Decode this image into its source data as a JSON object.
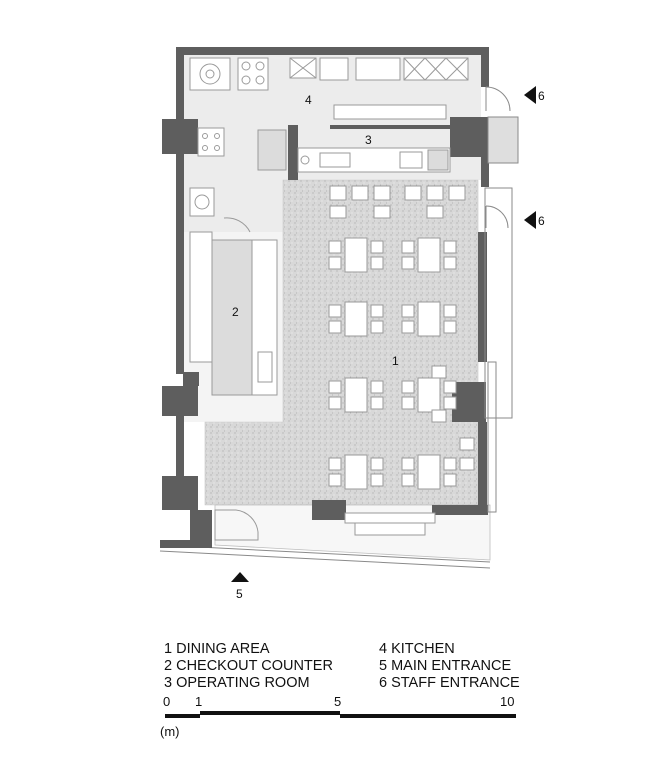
{
  "plan_labels": {
    "dining": "1",
    "checkout": "2",
    "operating": "3",
    "kitchen": "4",
    "main_entrance": "5",
    "staff_entrance_a": "6",
    "staff_entrance_b": "6"
  },
  "legend": {
    "left": [
      "1 DINING AREA",
      "2 CHECKOUT COUNTER",
      "3 OPERATING ROOM"
    ],
    "right": [
      "4 KITCHEN",
      "5 MAIN ENTRANCE",
      "6 STAFF ENTRANCE"
    ]
  },
  "scale": {
    "ticks": [
      "0",
      "1",
      "5",
      "10"
    ],
    "unit": "(m)"
  },
  "colors": {
    "wall": "#5e5e5e",
    "kitchen_floor": "#ececec",
    "dining_floor": "#d6d6d6",
    "furniture_stroke": "#9a9a9a"
  }
}
